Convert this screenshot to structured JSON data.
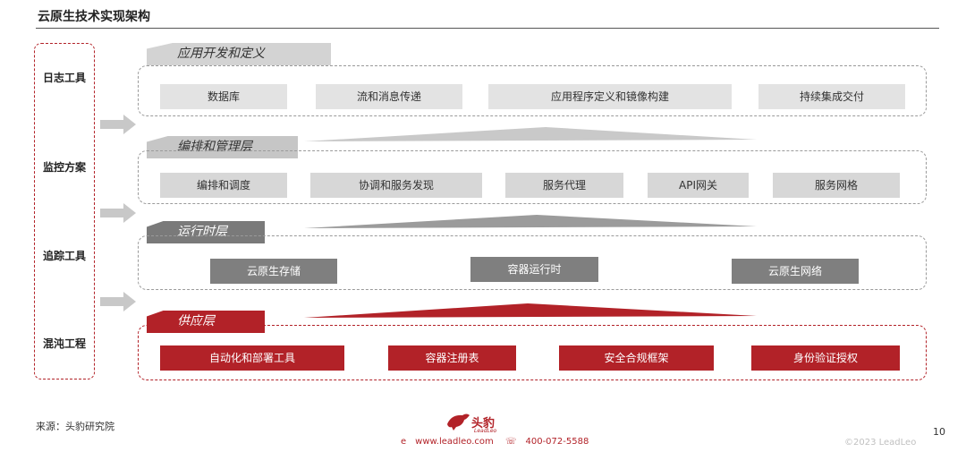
{
  "title": "云原生技术实现架构",
  "left_column": [
    "日志工具",
    "监控方案",
    "追踪工具",
    "混沌工程"
  ],
  "layers": [
    {
      "name": "应用开发和定义",
      "items": [
        "数据库",
        "流和消息传递",
        "应用程序定义和镜像构建",
        "持续集成交付"
      ]
    },
    {
      "name": "编排和管理层",
      "items": [
        "编排和调度",
        "协调和服务发现",
        "服务代理",
        "API网关",
        "服务网格"
      ]
    },
    {
      "name": "运行时层",
      "items": [
        "云原生存储",
        "容器运行时",
        "云原生网络"
      ]
    },
    {
      "name": "供应层",
      "items": [
        "自动化和部署工具",
        "容器注册表",
        "安全合规框架",
        "身份验证授权"
      ]
    }
  ],
  "footer": {
    "source": "来源：头豹研究院",
    "logo_text": "头豹",
    "logo_sub": "LeadLeo",
    "website": "www.leadleo.com",
    "phone": "400-072-5588",
    "page": "10",
    "copyright": "©2023 LeadLeo"
  },
  "colors": {
    "accent_red": "#b22228",
    "gray_light": "#e3e3e3",
    "gray_dark": "#7f7f7f"
  }
}
